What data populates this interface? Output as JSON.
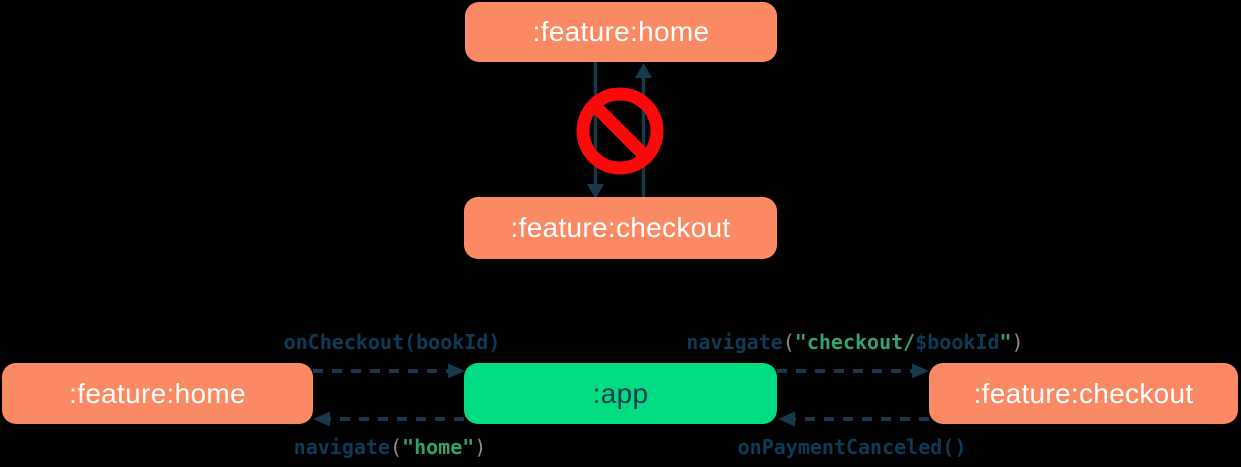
{
  "colors": {
    "background": "#000000",
    "module-fill": "#FB8963",
    "app-fill": "#00DC82",
    "box-text": "#FFFFFF",
    "app-text": "#123A52",
    "arrow": "#18384C",
    "code-navy": "#0D3A55",
    "code-green": "#36A26B",
    "code-gray": "#8C8C8C",
    "forbidden-red": "#FA0A0A"
  },
  "top_diagram": {
    "home_label": ":feature:home",
    "checkout_label": ":feature:checkout",
    "forbidden_icon": "no-entry"
  },
  "bottom_diagram": {
    "home_label": ":feature:home",
    "app_label": ":app",
    "checkout_label": ":feature:checkout",
    "labels": {
      "on_checkout": [
        "onCheckout(",
        "bookId",
        ")"
      ],
      "navigate_home": [
        "navigate",
        "(",
        "\"home\"",
        ")"
      ],
      "navigate_checkout": [
        "navigate",
        "(",
        "\"checkout/",
        "$bookId",
        "\"",
        ")"
      ],
      "on_payment_canceled": [
        "onPaymentCanceled()"
      ]
    }
  }
}
